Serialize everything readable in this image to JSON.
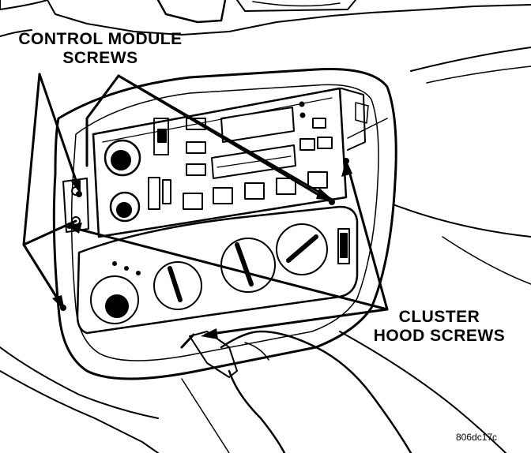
{
  "labels": {
    "control_module": {
      "line1": "CONTROL MODULE",
      "line2": "SCREWS"
    },
    "cluster_hood": {
      "line1": "CLUSTER",
      "line2": "HOOD SCREWS"
    }
  },
  "figure_code": "806dc17c",
  "colors": {
    "ink": "#000000",
    "paper": "#ffffff"
  }
}
